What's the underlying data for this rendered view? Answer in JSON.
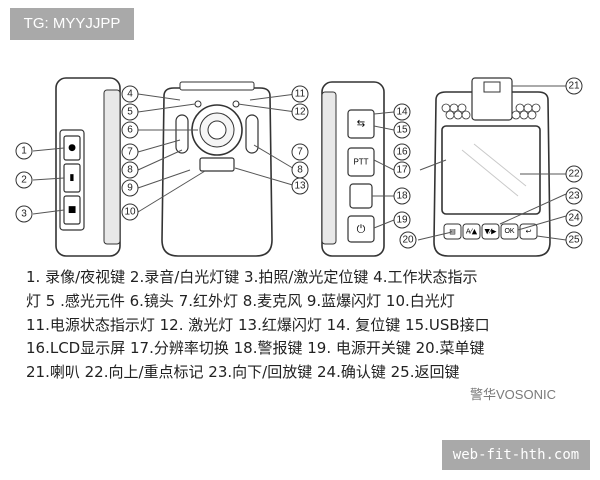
{
  "top_tag": "TG: MYYJJPP",
  "callouts": {
    "n1": "1",
    "n2": "2",
    "n3": "3",
    "n4": "4",
    "n5": "5",
    "n6": "6",
    "n7a": "7",
    "n7b": "7",
    "n8a": "8",
    "n8b": "8",
    "n9": "9",
    "n10": "10",
    "n11": "11",
    "n12": "12",
    "n13": "13",
    "n14": "14",
    "n15": "15",
    "n16": "16",
    "n17": "17",
    "n18": "18",
    "n19": "19",
    "n20": "20",
    "n21": "21",
    "n22": "22",
    "n23": "23",
    "n24": "24",
    "n25": "25"
  },
  "side_button_label": "PTT",
  "front_keys": [
    "▤",
    "A⁄▲",
    "▼⁄▶",
    "OK",
    "↩"
  ],
  "caption_lines": [
    "1. 录像/夜视键   2.录音/白光灯键   3.拍照/激光定位键   4.工作状态指示",
    "灯  5 .感光元件   6.镜头   7.红外灯   8.麦克风   9.蓝爆闪灯   10.白光灯",
    "11.电源状态指示灯   12. 激光灯  13.红爆闪灯   14. 复位键   15.USB接口",
    "16.LCD显示屏   17.分辨率切换   18.警报键   19. 电源开关键   20.菜单键",
    "21.喇叭   22.向上/重点标记   23.向下/回放键   24.确认键   25.返回键"
  ],
  "watermark": "警华VOSONIC",
  "footer_tag": "web-fit-hth.com"
}
